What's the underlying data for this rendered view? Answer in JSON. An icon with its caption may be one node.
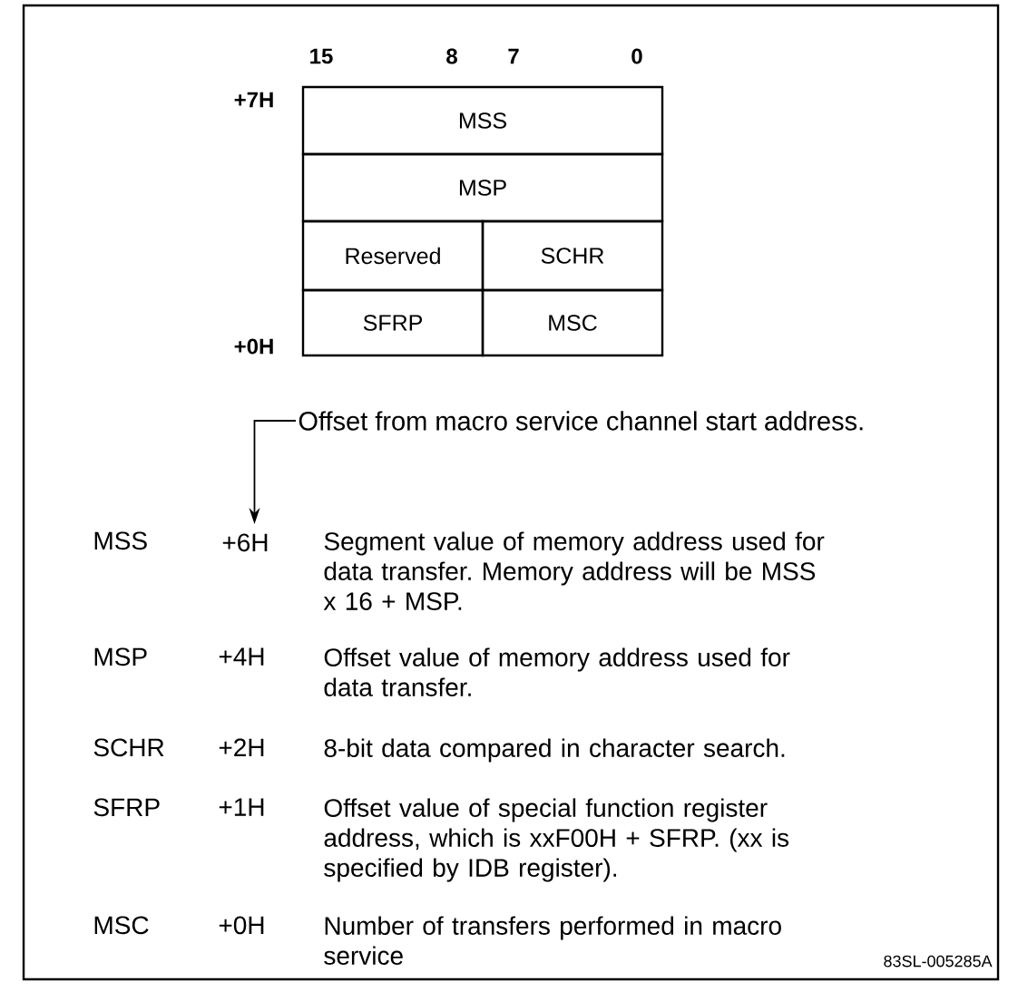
{
  "diagram": {
    "nodes": [
      {
        "text": [
          "MSS"
        ]
      },
      {
        "text": [
          "MSP"
        ]
      },
      {
        "text": [
          "Reserved"
        ]
      },
      {
        "text": [
          "SCHR"
        ]
      },
      {
        "text": [
          "SFRP"
        ]
      },
      {
        "text": [
          "MSC"
        ]
      },
      {
        "text": [
          "Offset from macro service channel start address."
        ]
      },
      {
        "text": [
          "+6H"
        ]
      }
    ],
    "edges": [
      {
        "from": 6,
        "to": 7,
        "arrow": "to"
      }
    ],
    "labels": [
      "15",
      "8",
      "7",
      "0",
      "+7H",
      "+0H",
      "MSS",
      "Segment value of memory address used for data transfer. Memory address will be MSS x 16 + MSP.",
      "MSP",
      "+4H",
      "Offset value of memory address used for data transfer.",
      "SCHR",
      "+2H",
      "8-bit data compared in character search.",
      "SFRP",
      "+1H",
      "Offset value of special function register address, which is xxF00H + SFRP. (xx is specified by IDB register).",
      "MSC",
      "+0H",
      "Number of transfers performed in macro service",
      "83SL-005285A"
    ]
  }
}
